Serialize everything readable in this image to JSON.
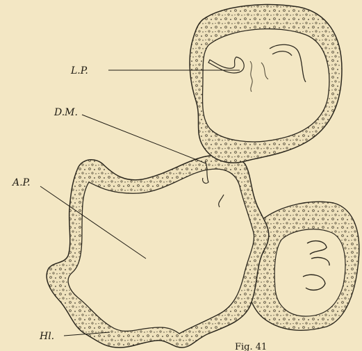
{
  "labels": {
    "lp": "L.P.",
    "dm": "D.M.",
    "ap": "A.P.",
    "hl": "Hl."
  },
  "caption": "Fig. 41"
}
